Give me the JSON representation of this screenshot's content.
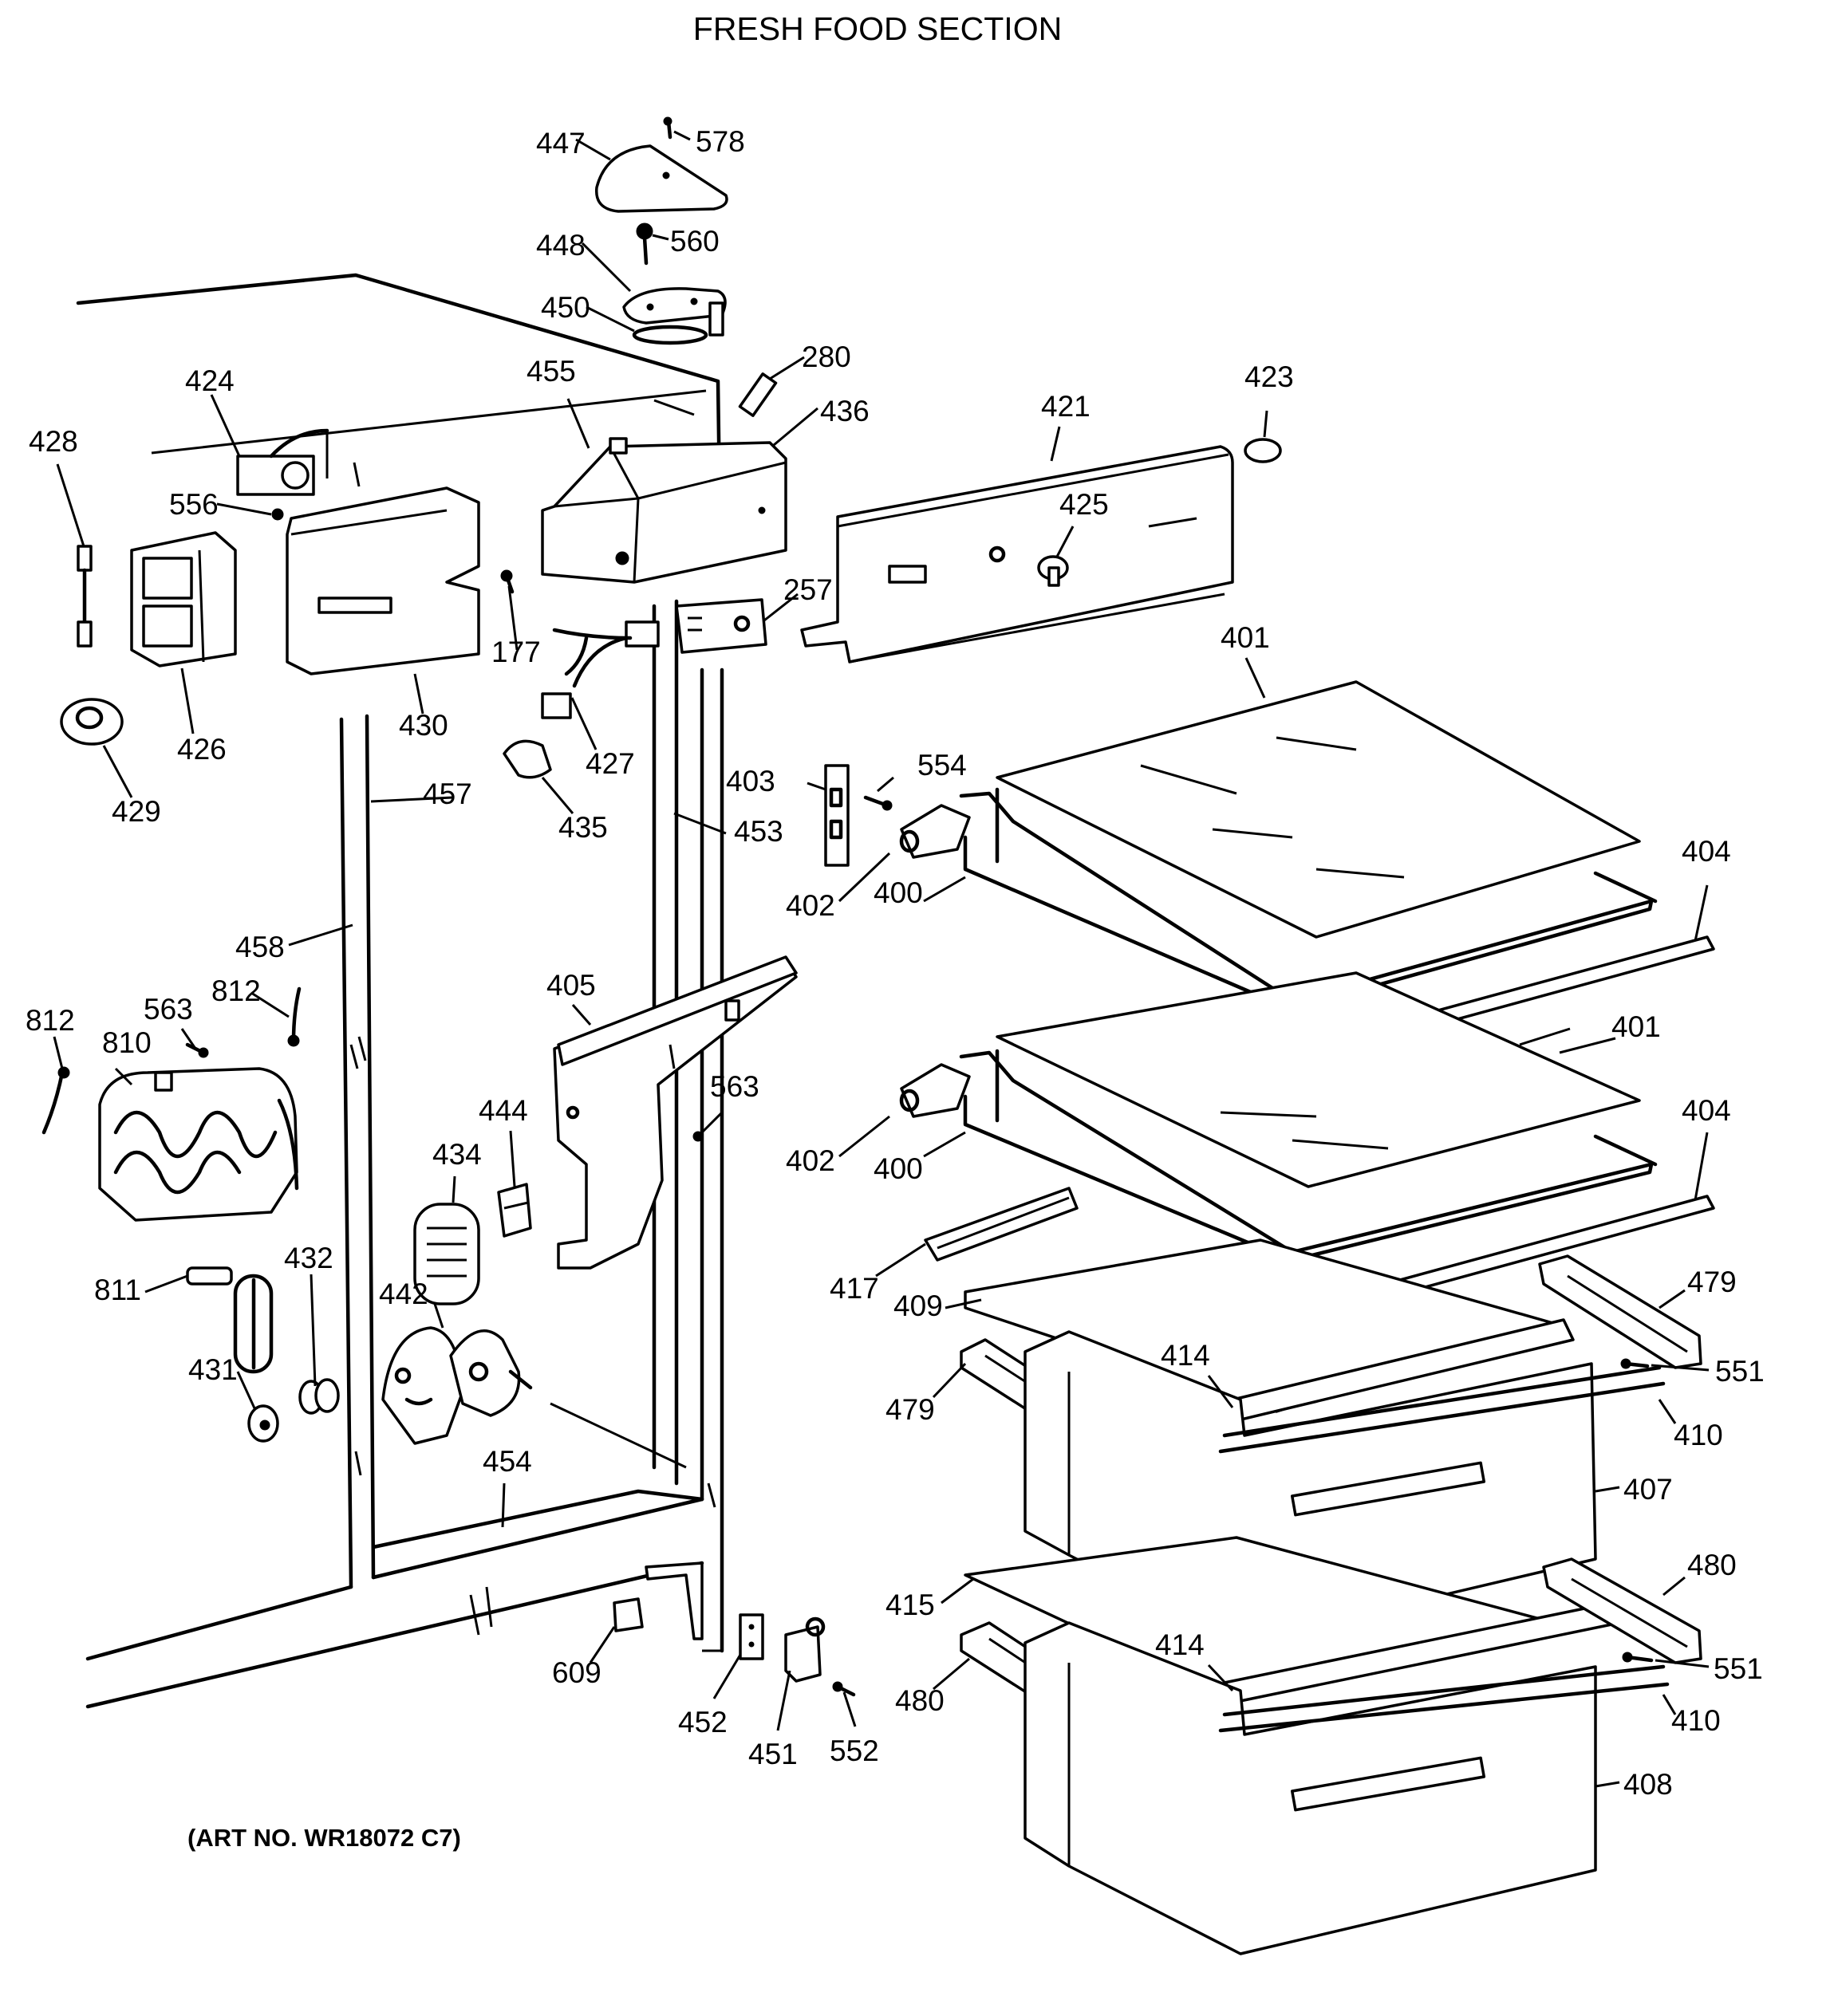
{
  "title": "FRESH FOOD SECTION",
  "art_number": "(ART NO. WR18072 C7)",
  "part_labels": {
    "p447": "447",
    "p578": "578",
    "p448": "448",
    "p560": "560",
    "p450": "450",
    "p280": "280",
    "p436": "436",
    "p455": "455",
    "p424": "424",
    "p428": "428",
    "p556": "556",
    "p426": "426",
    "p429": "429",
    "p430": "430",
    "p177": "177",
    "p427": "427",
    "p435": "435",
    "p257": "257",
    "p421": "421",
    "p423": "423",
    "p425": "425",
    "p401a": "401",
    "p401b": "401",
    "p403": "403",
    "p554": "554",
    "p453": "453",
    "p457": "457",
    "p458": "458",
    "p812a": "812",
    "p812b": "812",
    "p563a": "563",
    "p563b": "563",
    "p810": "810",
    "p811": "811",
    "p431": "431",
    "p432": "432",
    "p442": "442",
    "p434": "434",
    "p444": "444",
    "p405": "405",
    "p454": "454",
    "p609": "609",
    "p452": "452",
    "p451": "451",
    "p552": "552",
    "p402a": "402",
    "p402b": "402",
    "p400a": "400",
    "p400b": "400",
    "p404a": "404",
    "p404b": "404",
    "p417": "417",
    "p409": "409",
    "p414a": "414",
    "p414b": "414",
    "p479a": "479",
    "p479b": "479",
    "p551a": "551",
    "p551b": "551",
    "p410a": "410",
    "p410b": "410",
    "p407": "407",
    "p415": "415",
    "p480a": "480",
    "p480b": "480",
    "p408": "408"
  }
}
